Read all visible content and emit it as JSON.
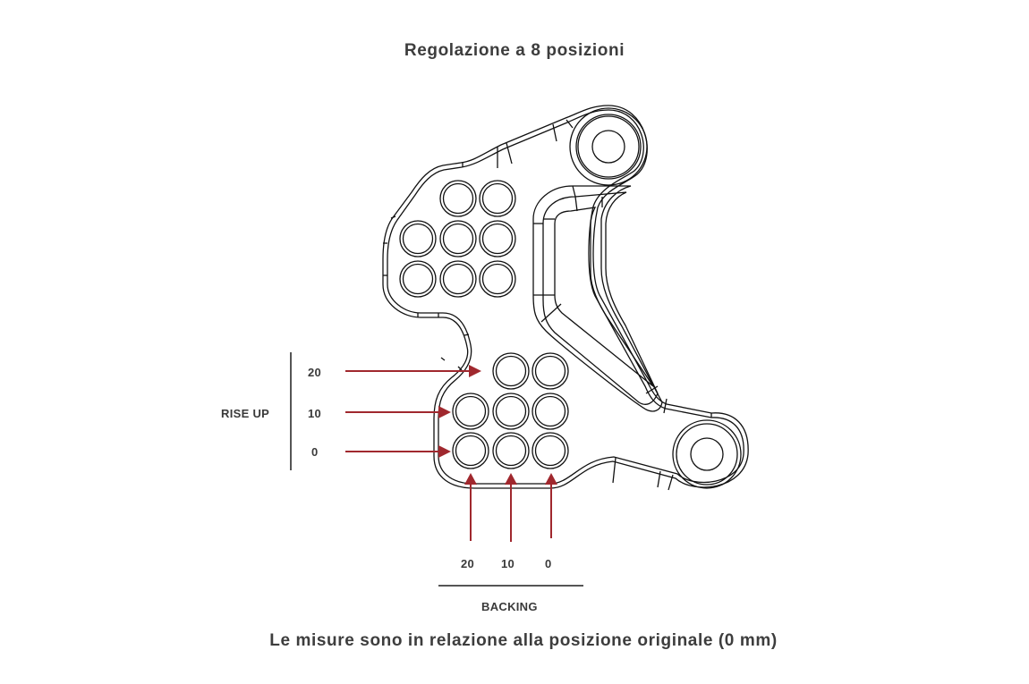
{
  "title": "Regolazione a 8 posizioni",
  "footer_note": "Le misure sono in relazione alla posizione originale (0 mm)",
  "rise_up": {
    "label": "RISE UP",
    "values": [
      "20",
      "10",
      "0"
    ]
  },
  "backing": {
    "label": "BACKING",
    "values": [
      "20",
      "10",
      "0"
    ]
  },
  "colors": {
    "arrow": "#a0282e",
    "line": "#111111",
    "text": "#3a3a3a",
    "axis": "#555555"
  },
  "icons": {
    "part": "footpeg-bracket-drawing",
    "arrow": "arrow-right-icon",
    "arrow_up": "arrow-up-icon"
  }
}
